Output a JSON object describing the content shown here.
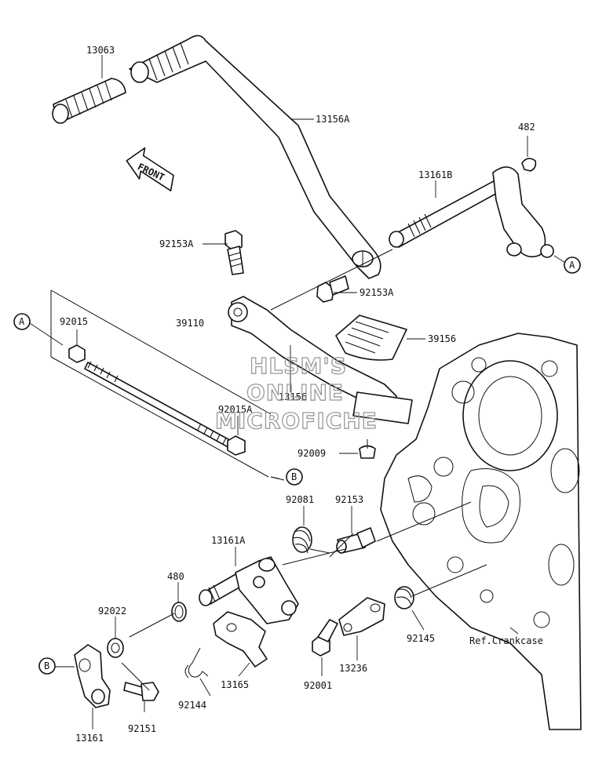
{
  "front_arrow": "FRONT",
  "ref_note": "Ref.Crankcase",
  "watermark": [
    "HLSM'S",
    "ONLINE",
    "MICROFICHE"
  ],
  "part_labels": {
    "p13063": "13063",
    "p13156A": "13156A",
    "p482": "482",
    "p13161B": "13161B",
    "p92153A_top": "92153A",
    "p92153A_bottom": "92153A",
    "p92015": "92015",
    "p39110": "39110",
    "p39156": "39156",
    "p13156": "13156",
    "p92015A": "92015A",
    "p92009": "92009",
    "p92081": "92081",
    "p92153": "92153",
    "p13161A": "13161A",
    "p480": "480",
    "p92022": "92022",
    "p92145": "92145",
    "p13236": "13236",
    "p92001": "92001",
    "p13165": "13165",
    "p92144": "92144",
    "p92151": "92151",
    "p13161": "13161"
  },
  "callouts": {
    "a_left": "A",
    "a_right": "A",
    "b_left": "B",
    "b_right": "B"
  }
}
